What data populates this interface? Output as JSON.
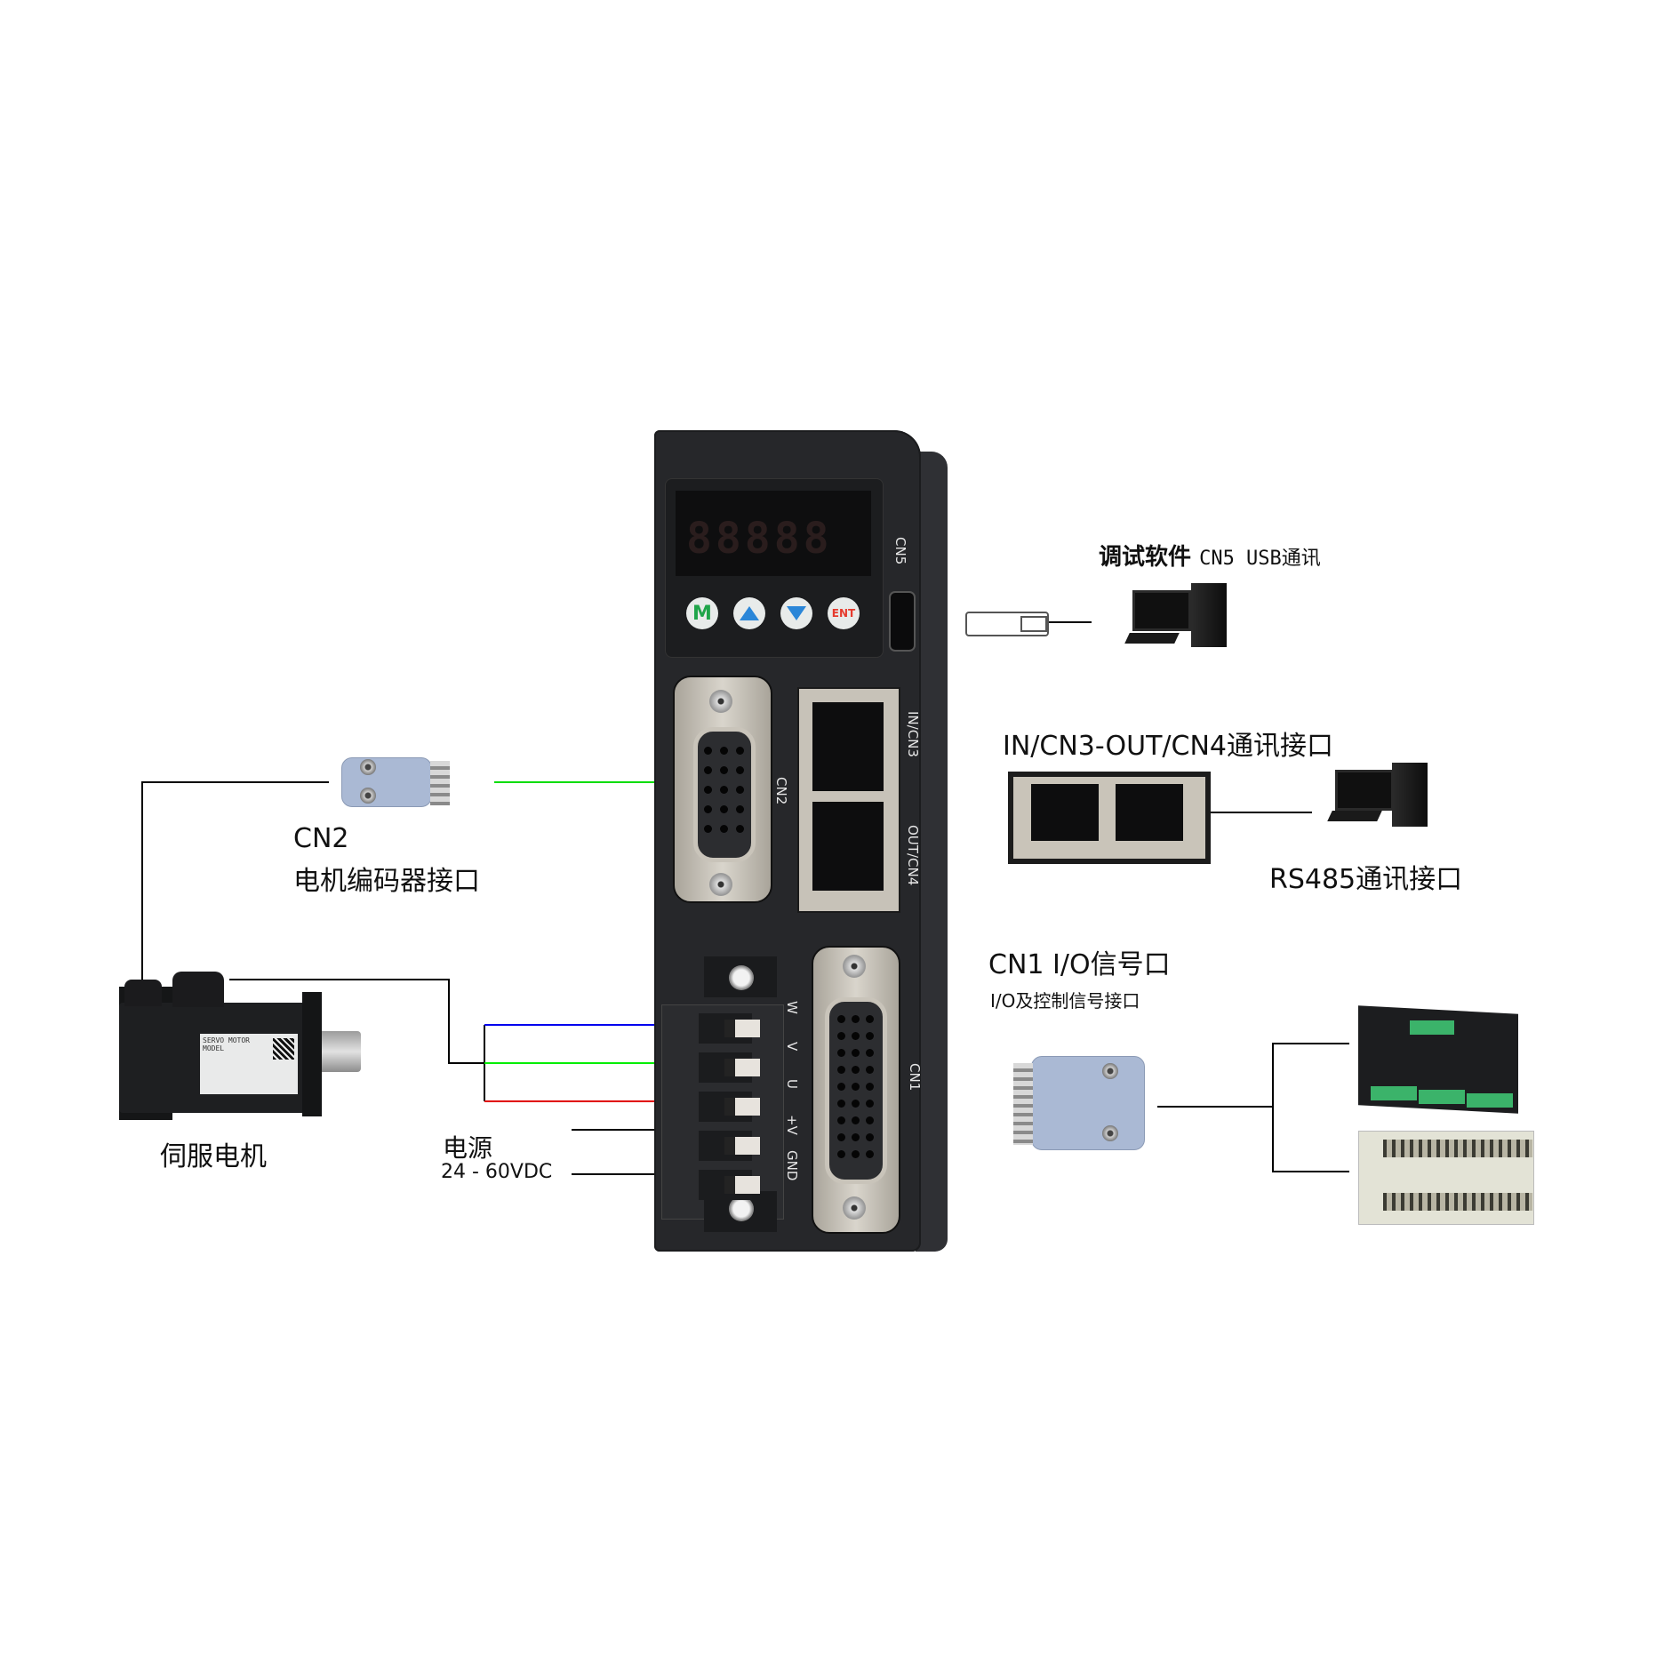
{
  "diagram": {
    "title": "Servo drive wiring diagram",
    "colors": {
      "wire_w": "#0000ee",
      "wire_v": "#00ee00",
      "wire_u": "#e00000",
      "wire_black": "#000000",
      "encoder_link": "#00dd00",
      "drive_body": "#26272a",
      "button_m": "#1fa54a",
      "button_arrow": "#2a86d8",
      "button_ent": "#e63b2e",
      "connector_shell": "#aab9d4"
    },
    "drive": {
      "display_text": "88888",
      "buttons": [
        {
          "id": "m",
          "label": "M"
        },
        {
          "id": "up",
          "label": "▲"
        },
        {
          "id": "down",
          "label": "▼"
        },
        {
          "id": "ent",
          "label": "ENT"
        }
      ],
      "port_labels": {
        "cn5": "CN5",
        "cn3": "IN/CN3",
        "cn4": "OUT/CN4",
        "cn2": "CN2",
        "cn1": "CN1"
      },
      "terminal_labels": [
        "W",
        "V",
        "U",
        "+V",
        "GND"
      ]
    },
    "callouts": {
      "debug_software": {
        "title": "调试软件",
        "subtitle": "CN5 USB通讯"
      },
      "comm_port": {
        "title": "IN/CN3-OUT/CN4通讯接口"
      },
      "rs485": {
        "title": "RS485通讯接口"
      },
      "cn1": {
        "title": "CN1  I/O信号口",
        "subtitle": "I/O及控制信号接口"
      },
      "cn2": {
        "title": "CN2",
        "subtitle": "电机编码器接口"
      },
      "motor": {
        "title": "伺服电机",
        "nameplate_line1": "SERVO MOTOR",
        "nameplate_line2": "MODEL"
      },
      "power": {
        "title": "电源",
        "subtitle": "24 - 60VDC"
      }
    }
  }
}
